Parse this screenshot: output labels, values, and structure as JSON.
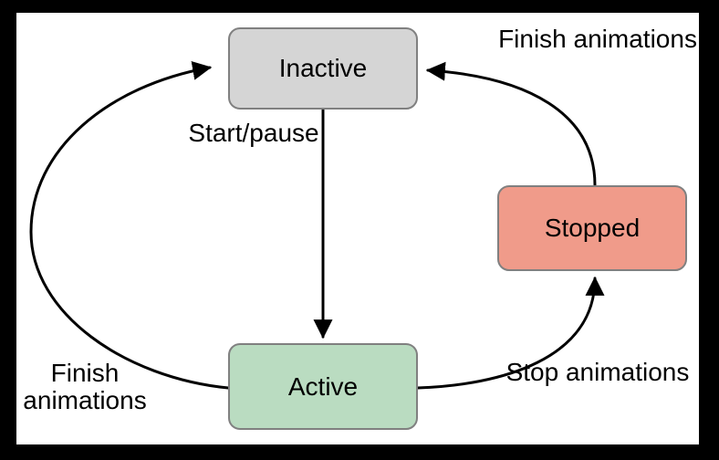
{
  "frame": {
    "background": "#000000"
  },
  "canvas": {
    "background": "#ffffff"
  },
  "diagram": {
    "type": "state-diagram",
    "states": [
      {
        "id": "inactive",
        "label": "Inactive",
        "fill": "#d5d5d5",
        "border": "#808080"
      },
      {
        "id": "active",
        "label": "Active",
        "fill": "#badcc1",
        "border": "#808080"
      },
      {
        "id": "stopped",
        "label": "Stopped",
        "fill": "#f09b8a",
        "border": "#808080"
      }
    ],
    "transitions": [
      {
        "from": "inactive",
        "to": "active",
        "label": "Start/pause"
      },
      {
        "from": "active",
        "to": "stopped",
        "label": "Stop animations"
      },
      {
        "from": "stopped",
        "to": "inactive",
        "label": "Finish animations"
      },
      {
        "from": "active",
        "to": "inactive",
        "label": "Finish animations"
      }
    ],
    "arrow_color": "#000000",
    "text_color": "#000000"
  }
}
